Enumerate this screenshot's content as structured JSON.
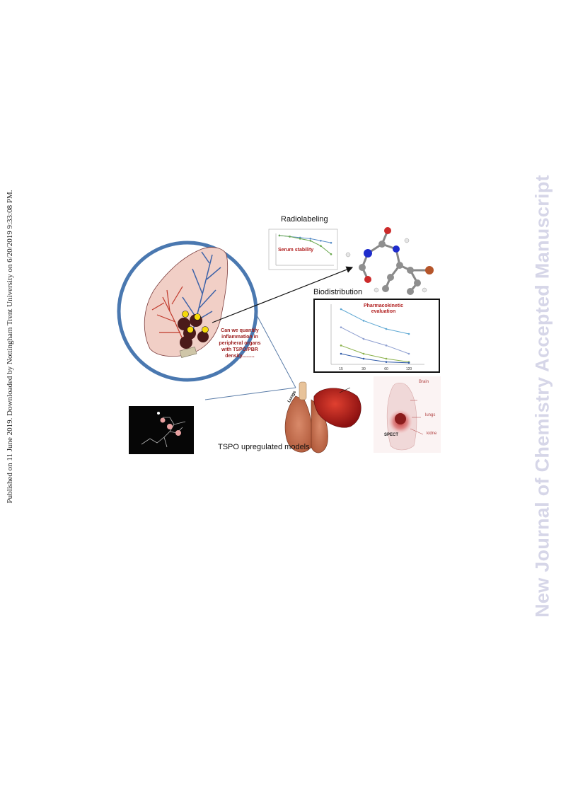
{
  "watermark": "New Journal of Chemistry Accepted Manuscript",
  "publication_note": "Published on 11 June 2019. Downloaded by Nottingham Trent University on 6/20/2019 9:33:08 PM.",
  "graphical_abstract": {
    "radiolabeling_label": "Radiolabeling",
    "biodistribution_label": "Biodistribution",
    "tspo_models_label": "TSPO upregulated models",
    "serum_stability_label": "Serum stability",
    "pk_label": "Pharmacokinetic evaluation",
    "question_text": "Can we quantify inflammation in peripheral organs with TSPO/PBR density.........",
    "pk_x_ticks": [
      "15",
      "30",
      "60",
      "120"
    ],
    "lung_label": "Lungs",
    "spect_labels": {
      "brain": "Brain",
      "lungs": "lungs",
      "kidney": "kidne",
      "spect": "SPECT"
    }
  },
  "chart_data": [
    {
      "type": "line",
      "title": "Serum stability",
      "series": [
        {
          "values": [
            98,
            97,
            96,
            95,
            93,
            91
          ]
        },
        {
          "values": [
            98,
            97,
            95,
            93,
            88,
            80
          ]
        }
      ],
      "ylim": [
        70,
        100
      ]
    },
    {
      "type": "line",
      "title": "Pharmacokinetic evaluation",
      "categories": [
        "15",
        "30",
        "60",
        "120"
      ],
      "series": [
        {
          "values": [
            3.3,
            2.6,
            2.1,
            1.8
          ]
        },
        {
          "values": [
            2.2,
            1.5,
            1.1,
            0.6
          ]
        },
        {
          "values": [
            1.1,
            0.6,
            0.3,
            0.1
          ]
        },
        {
          "values": [
            0.6,
            0.3,
            0.1,
            0.05
          ]
        }
      ],
      "ylim": [
        0,
        3.6
      ]
    }
  ]
}
